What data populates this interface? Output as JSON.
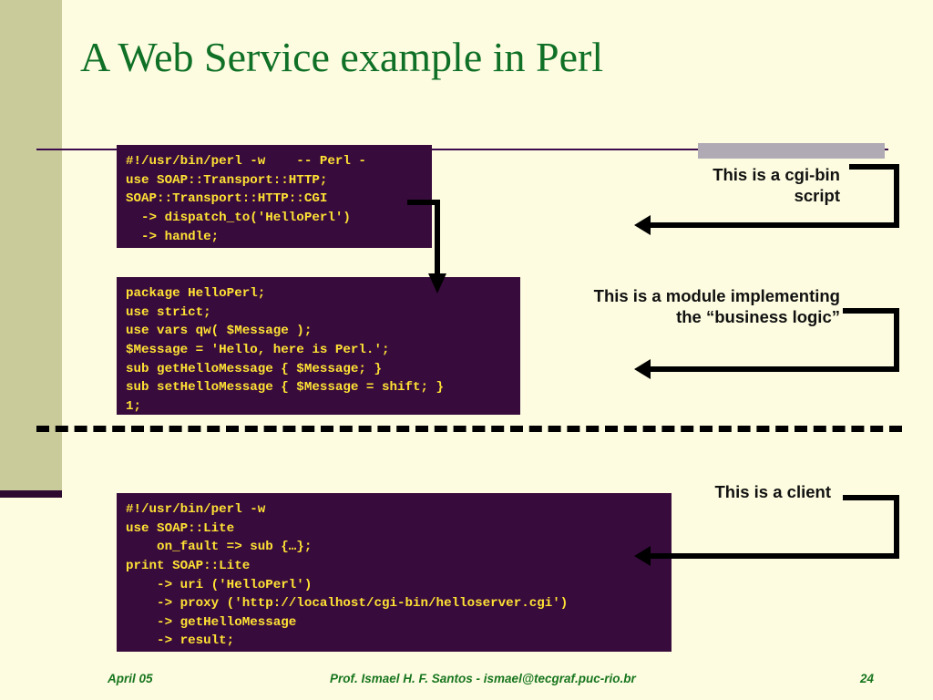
{
  "slide": {
    "title": "A Web Service example in Perl",
    "title_color": "#0f7026",
    "background_color": "#fdfce0",
    "band_color": "#c9cb9b",
    "code_bg_color": "#380b3d",
    "code_fg_color": "#ffe234"
  },
  "code_blocks": [
    {
      "id": "cgi-bin-script",
      "text": "#!/usr/bin/perl -w    -- Perl -\nuse SOAP::Transport::HTTP;\nSOAP::Transport::HTTP::CGI\n  -> dispatch_to('HelloPerl')\n  -> handle;"
    },
    {
      "id": "business-logic-module",
      "text": "package HelloPerl;\nuse strict;\nuse vars qw( $Message );\n$Message = 'Hello, here is Perl.';\nsub getHelloMessage { $Message; }\nsub setHelloMessage { $Message = shift; }\n1;"
    },
    {
      "id": "soap-client",
      "text": "#!/usr/bin/perl -w\nuse SOAP::Lite\n    on_fault => sub {…};\nprint SOAP::Lite\n    -> uri ('HelloPerl')\n    -> proxy ('http://localhost/cgi-bin/helloserver.cgi')\n    -> getHelloMessage\n    -> result;"
    }
  ],
  "annotations": [
    {
      "id": "cgi-bin",
      "text": "This is a cgi-bin\nscript"
    },
    {
      "id": "module",
      "text": "This is a module implementing\nthe “business logic”"
    },
    {
      "id": "client",
      "text": "This is a client"
    }
  ],
  "footer": {
    "date": "April 05",
    "center": "Prof. Ismael H. F. Santos -  ismael@tecgraf.puc-rio.br",
    "page": "24",
    "color": "#18761f"
  }
}
